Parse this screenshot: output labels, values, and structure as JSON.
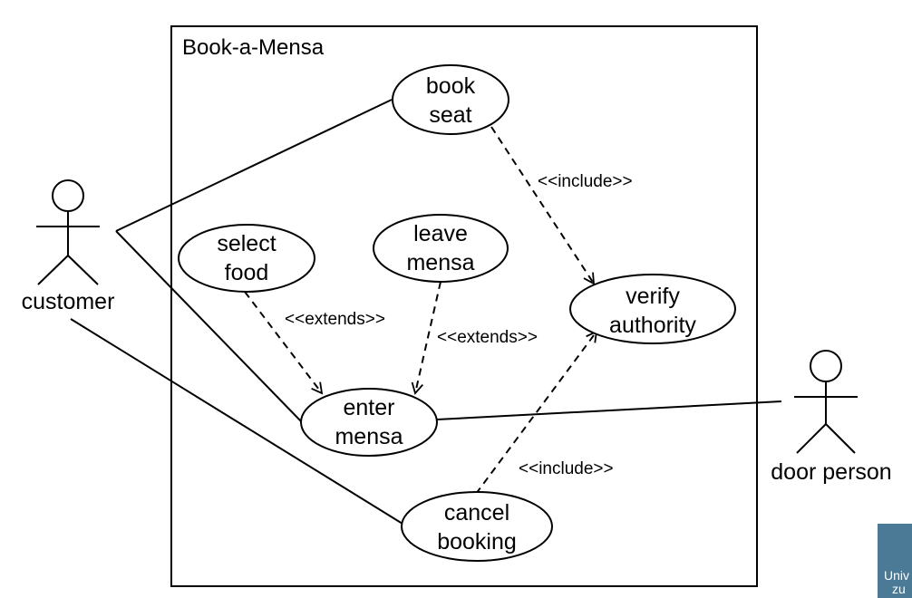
{
  "system": {
    "title": "Book-a-Mensa"
  },
  "actors": {
    "customer": "customer",
    "door_person": "door person"
  },
  "use_cases": {
    "book_seat": [
      "book",
      "seat"
    ],
    "select_food": [
      "select",
      "food"
    ],
    "leave_mensa": [
      "leave",
      "mensa"
    ],
    "verify_authority": [
      "verify",
      "authority"
    ],
    "enter_mensa": [
      "enter",
      "mensa"
    ],
    "cancel_booking": [
      "cancel",
      "booking"
    ]
  },
  "relations": {
    "include_book": "<<include>>",
    "extends_select": "<<extends>>",
    "extends_leave": "<<extends>>",
    "include_cancel": "<<include>>"
  },
  "logo": {
    "line1": "Univ",
    "line2": "zu",
    "color": "#4a7a95"
  }
}
